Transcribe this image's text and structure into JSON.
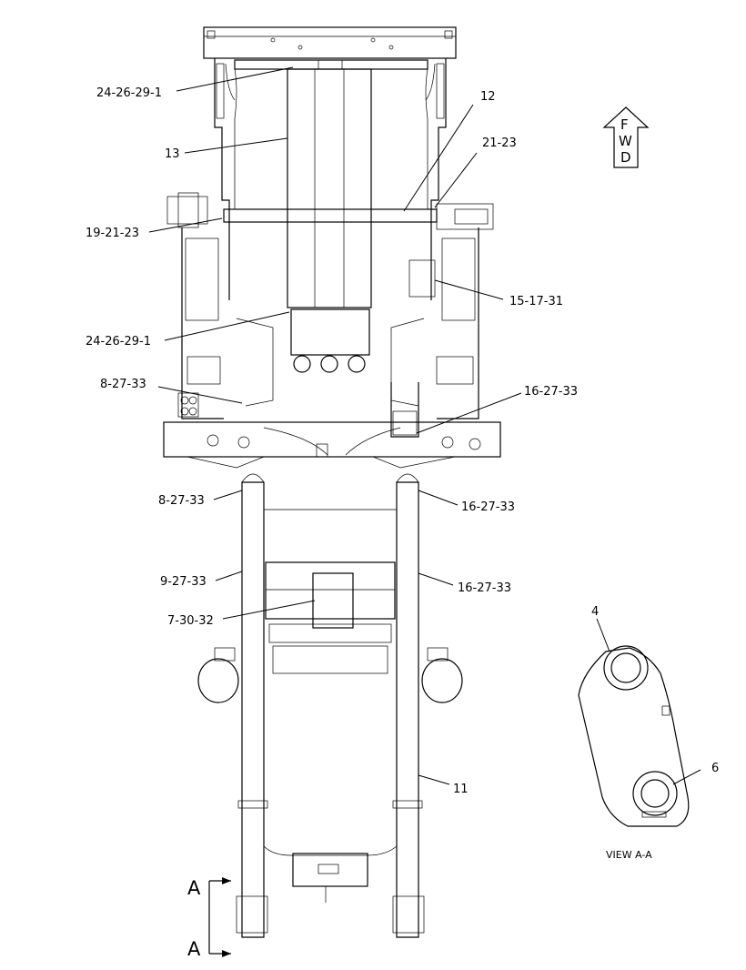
{
  "callouts": {
    "c_24_26_29_1_top": "24-26-29-1",
    "c_13": "13",
    "c_12": "12",
    "c_21_23": "21-23",
    "c_19_21_23": "19-21-23",
    "c_15_17_31": "15-17-31",
    "c_24_26_29_1_mid": "24-26-29-1",
    "c_8_27_33_top": "8-27-33",
    "c_16_27_33_top": "16-27-33",
    "c_8_27_33_mid": "8-27-33",
    "c_16_27_33_mid": "16-27-33",
    "c_9_27_33": "9-27-33",
    "c_16_27_33_low": "16-27-33",
    "c_7_30_32": "7-30-32",
    "c_11": "11",
    "c_4": "4",
    "c_6": "6"
  },
  "fwd_arrow": {
    "letter_1": "F",
    "letter_2": "W",
    "letter_3": "D"
  },
  "section": {
    "label_top": "A",
    "label_bottom": "A",
    "view_label": "VIEW A-A"
  }
}
